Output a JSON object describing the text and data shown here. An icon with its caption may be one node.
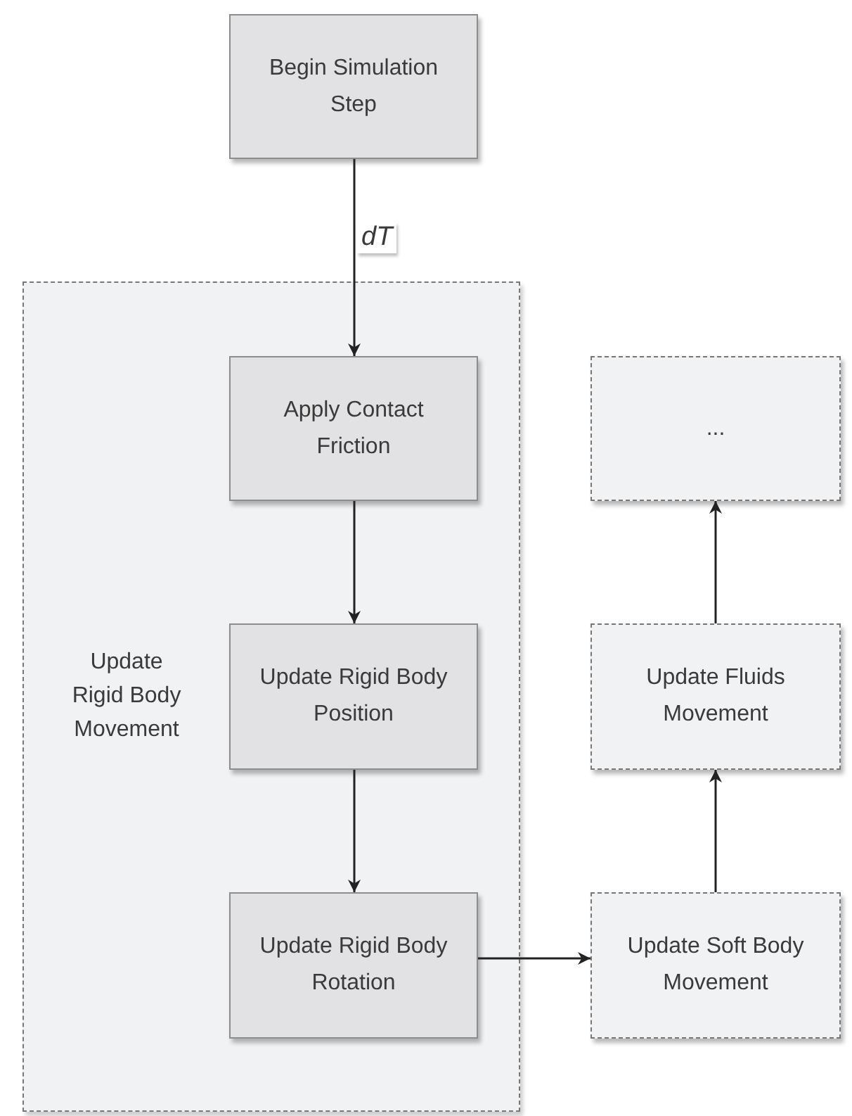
{
  "diagram": {
    "nodes": [
      {
        "text": [
          "Begin Simulation Step"
        ]
      },
      {
        "text": [
          "Update Rigid Body Movement"
        ]
      },
      {
        "text": [
          "Apply Contact Friction"
        ],
        "in": 1
      },
      {
        "text": [
          "Update Rigid Body Position"
        ],
        "in": 1
      },
      {
        "text": [
          "Update Rigid Body Rotation"
        ],
        "in": 1
      },
      {
        "text": [
          "..."
        ]
      },
      {
        "text": [
          "Update Fluids Movement"
        ]
      },
      {
        "text": [
          "Update Soft Body Movement"
        ]
      }
    ],
    "edges": [
      {
        "from": 0,
        "to": 2,
        "arrow": "to",
        "label": "dT"
      },
      {
        "from": 2,
        "to": 3,
        "arrow": "to"
      },
      {
        "from": 3,
        "to": 4,
        "arrow": "to"
      },
      {
        "from": 4,
        "to": 7,
        "arrow": "to"
      },
      {
        "from": 7,
        "to": 6,
        "arrow": "to"
      },
      {
        "from": 6,
        "to": 5,
        "arrow": "to"
      }
    ]
  }
}
